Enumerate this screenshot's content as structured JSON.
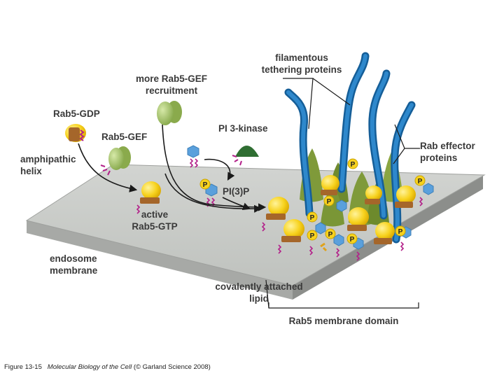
{
  "labels": {
    "filamentous_1": "filamentous",
    "filamentous_2": "tethering proteins",
    "more_gef_1": "more Rab5-GEF",
    "more_gef_2": "recruitment",
    "rab5_gdp": "Rab5-GDP",
    "rab5_gef": "Rab5-GEF",
    "pi3k": "PI 3-kinase",
    "amphipathic_1": "amphipathic",
    "amphipathic_2": "helix",
    "pi3p": "PI(3)P",
    "active_1": "active",
    "active_2": "Rab5-GTP",
    "endosome_1": "endosome",
    "endosome_2": "membrane",
    "lipid_1": "covalently attached",
    "lipid_2": "lipid",
    "effector_1": "Rab effector",
    "effector_2": "proteins",
    "domain": "Rab5 membrane domain",
    "phosphate": "P"
  },
  "caption": {
    "prefix": "Figure 13-15",
    "book": "Molecular Biology of the Cell",
    "suffix": "(© Garland Science 2008)"
  },
  "colors": {
    "membrane_top": "#c9cbc8",
    "membrane_side": "#8c8e8b",
    "rab_yellow": "#f7d21e",
    "gdp_brown": "#a5662a",
    "gef_green": "#a7c76a",
    "pi3k_green": "#2f6e32",
    "pip_blue": "#5aa0dc",
    "lipid_magenta": "#b3218a",
    "tether_blue": "#1f74b8",
    "effector_olive": "#7f9a3a"
  }
}
